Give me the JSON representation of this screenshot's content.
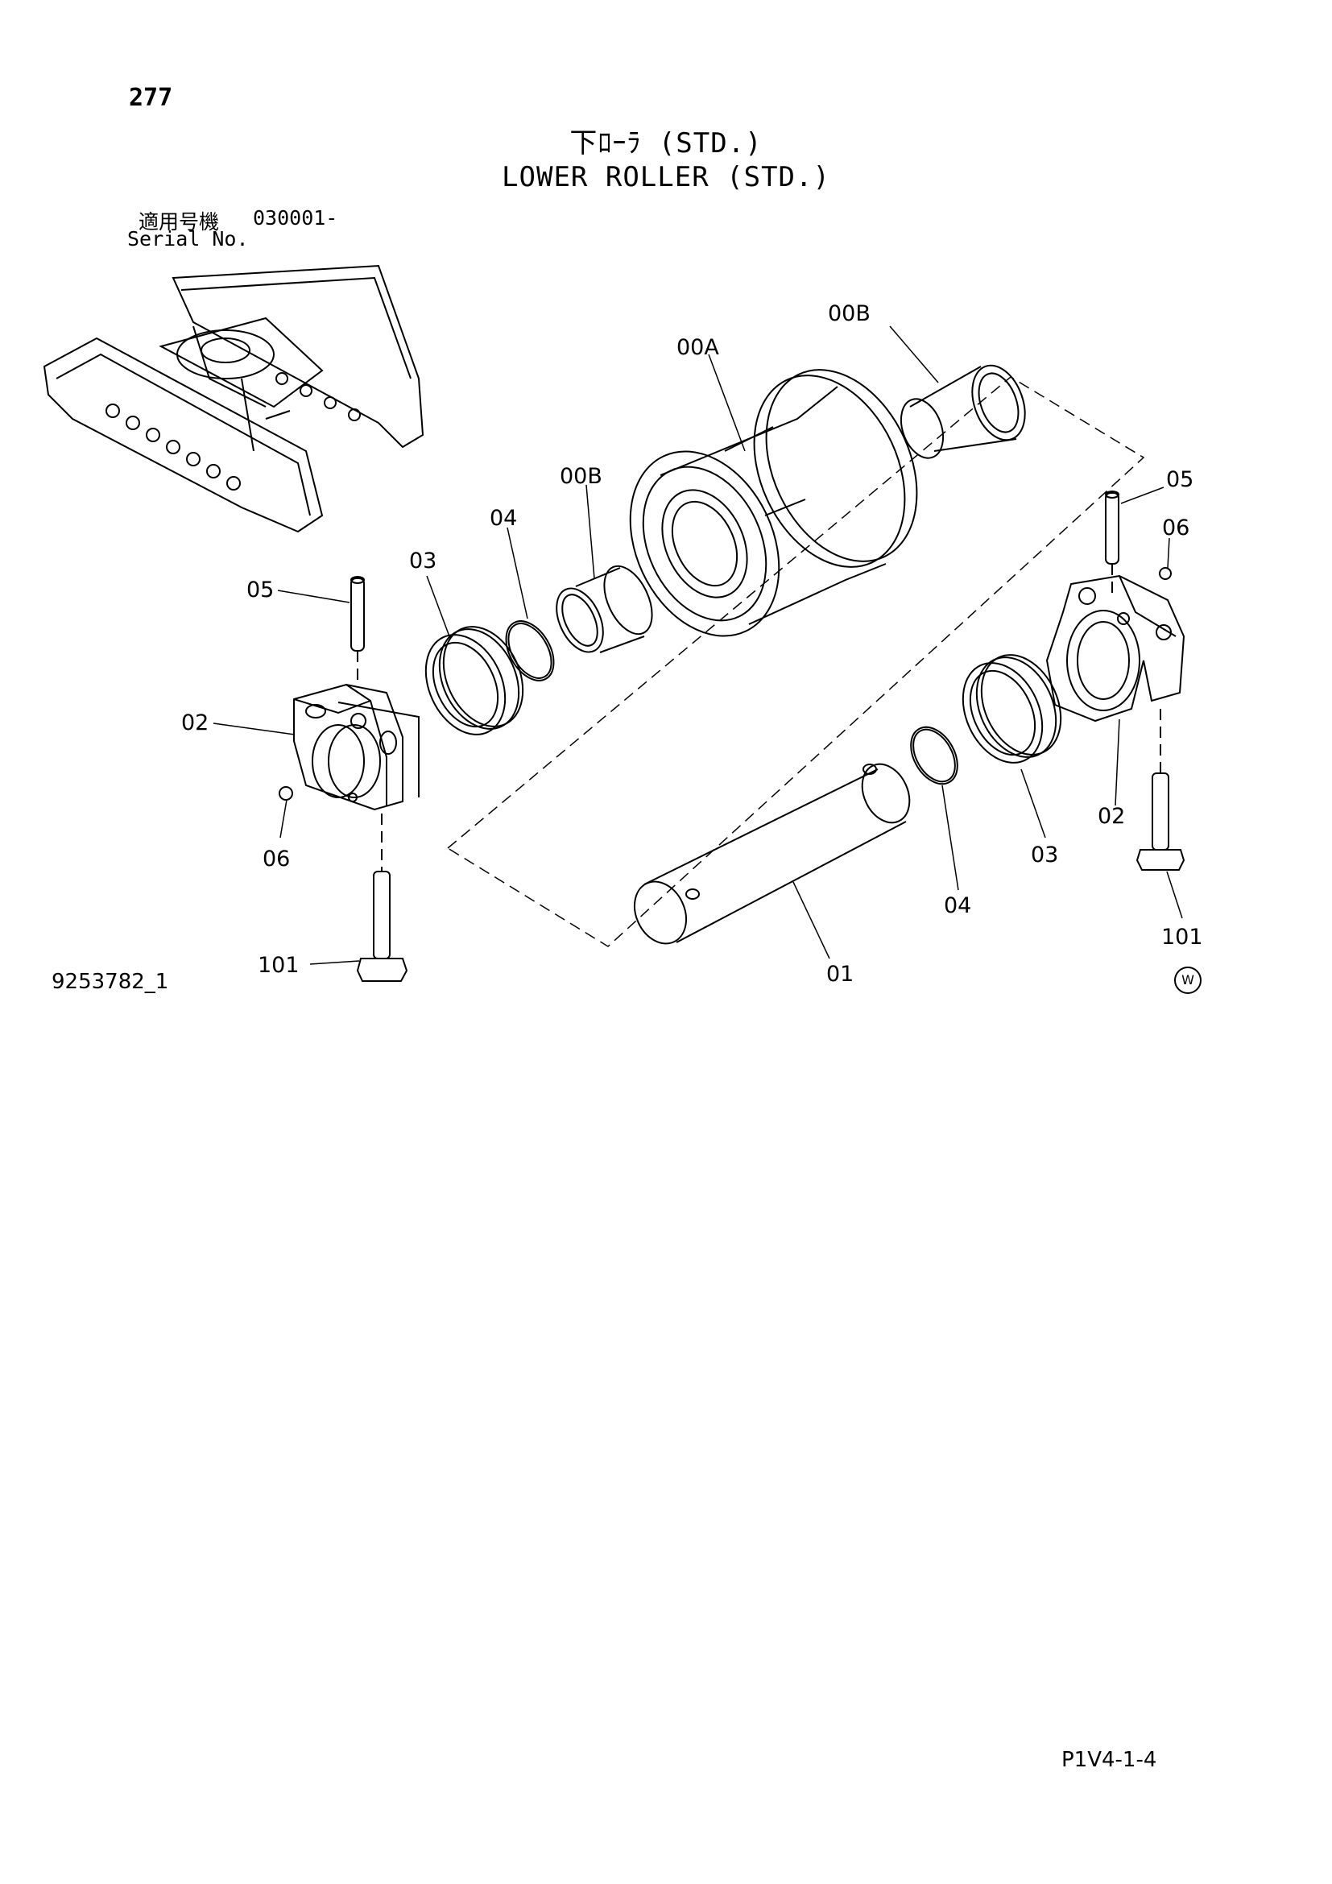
{
  "page": {
    "number": "277",
    "title_jp": "下ﾛｰﾗ (STD.)",
    "title_en": "LOWER ROLLER (STD.)",
    "serial_label_jp": "適用号機",
    "serial_value": "030001-",
    "serial_label_en": "Serial No.",
    "drawing_number": "9253782_1",
    "page_code": "P1V4-1-4",
    "w_mark": "W"
  },
  "callouts": {
    "c00B_top": "00B",
    "c00A": "00A",
    "c00B_left": "00B",
    "c05_right": "05",
    "c06_right": "06",
    "c04_top": "04",
    "c03_left": "03",
    "c05_left": "05",
    "c02_left": "02",
    "c06_left": "06",
    "c101_left": "101",
    "c01": "01",
    "c04_bottom": "04",
    "c03_right": "03",
    "c02_right": "02",
    "c101_right": "101"
  }
}
